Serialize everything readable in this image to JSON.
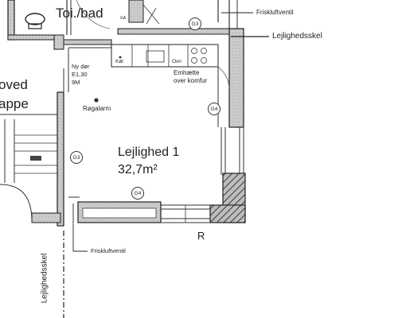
{
  "rooms": {
    "toilet_bath": "Toi./bad",
    "stair_hall_line1": "oved",
    "stair_hall_line2": "appe"
  },
  "apartment": {
    "name": "Lejlighed 1",
    "area": "32,7m²"
  },
  "annotations": {
    "fresh_air_top": "Friskluftventil",
    "party_wall_label": "Lejlighedsskel",
    "new_door_line1": "Ny dør",
    "new_door_line2": "E1,30",
    "new_door_line3": "9M",
    "kitchen_fridge": "Køl",
    "kitchen_oven": "Ovn",
    "hood_line1": "Emhætte",
    "hood_line2": "over komfur",
    "smoke_alarm": "Røgalarm",
    "ga_mark": "GA",
    "fresh_air_bottom": "Friskluftventil",
    "party_wall_vertical": "Lejlighedsskel",
    "north_mark": "R"
  },
  "window_tags": {
    "top": "G3",
    "right": "G4",
    "left": "G3",
    "bottom": "G4"
  }
}
